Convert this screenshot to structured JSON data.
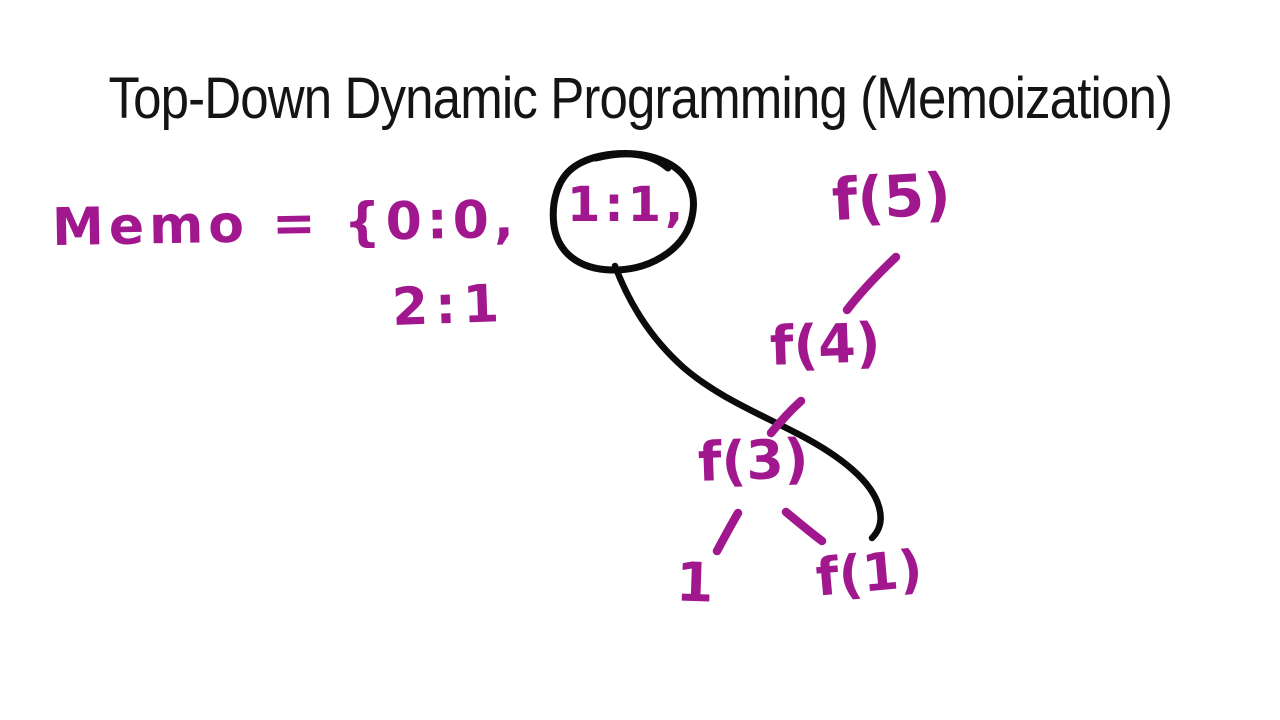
{
  "colors": {
    "background": "#ffffff",
    "title_ink": "#141414",
    "marker_ink": "#a1188e",
    "pen_ink": "#0b0b0b"
  },
  "title": "Top-Down Dynamic Programming (Memoization)",
  "memo": {
    "expression": "Memo = {0:0,",
    "circled_entry": "1:1,",
    "wrapped_entry": "2:1"
  },
  "tree": {
    "nodes": [
      {
        "label": "f(5)"
      },
      {
        "label": "f(4)"
      },
      {
        "label": "f(3)"
      },
      {
        "label": "1"
      },
      {
        "label": "f(1)"
      }
    ],
    "edges": [
      {
        "from": "f(5)",
        "to": "f(4)"
      },
      {
        "from": "f(4)",
        "to": "f(3)"
      },
      {
        "from": "f(3)",
        "to": "1"
      },
      {
        "from": "f(3)",
        "to": "f(1)"
      }
    ]
  },
  "annotations": {
    "highlight_circle_around": "1:1,",
    "connector_from": "circled memo entry",
    "connector_to": "f(1)"
  }
}
